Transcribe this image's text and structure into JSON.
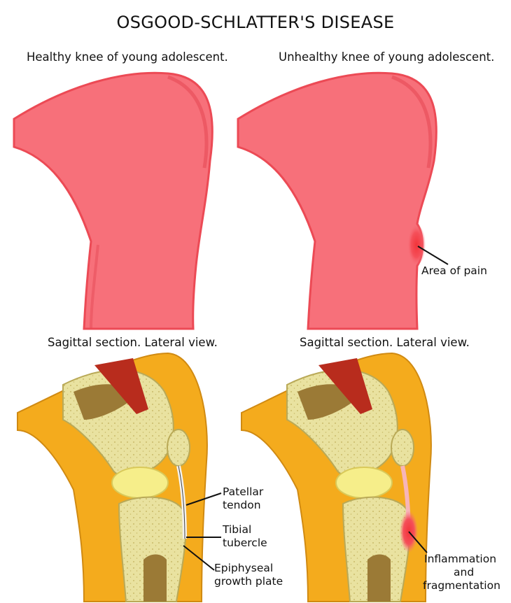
{
  "title": "OSGOOD-SCHLATTER'S DISEASE",
  "panels": {
    "top_left_caption": "Healthy knee of young adolescent.",
    "top_right_caption": "Unhealthy knee of young adolescent.",
    "bottom_left_caption": "Sagittal section. Lateral view.",
    "bottom_right_caption": "Sagittal section. Lateral view."
  },
  "labels": {
    "area_of_pain": "Area of pain",
    "patellar_tendon_1": "Patellar",
    "patellar_tendon_2": "tendon",
    "tibial_tubercle_1": "Tibial",
    "tibial_tubercle_2": "tubercle",
    "growth_plate_1": "Epiphyseal",
    "growth_plate_2": "growth plate",
    "inflammation_1": "Inflammation",
    "inflammation_2": "and",
    "inflammation_3": "fragmentation"
  },
  "colors": {
    "skin": "#f7707a",
    "skin_edge": "#ec4a55",
    "pain": "#f2343a",
    "tissue": "#f4ab1d",
    "bone_fill": "#e9e2a0",
    "marrow": "#9b7a36",
    "cartilage": "#f6ee8a",
    "muscle": "#b82c1d",
    "tendon": "#f4f2ee"
  }
}
